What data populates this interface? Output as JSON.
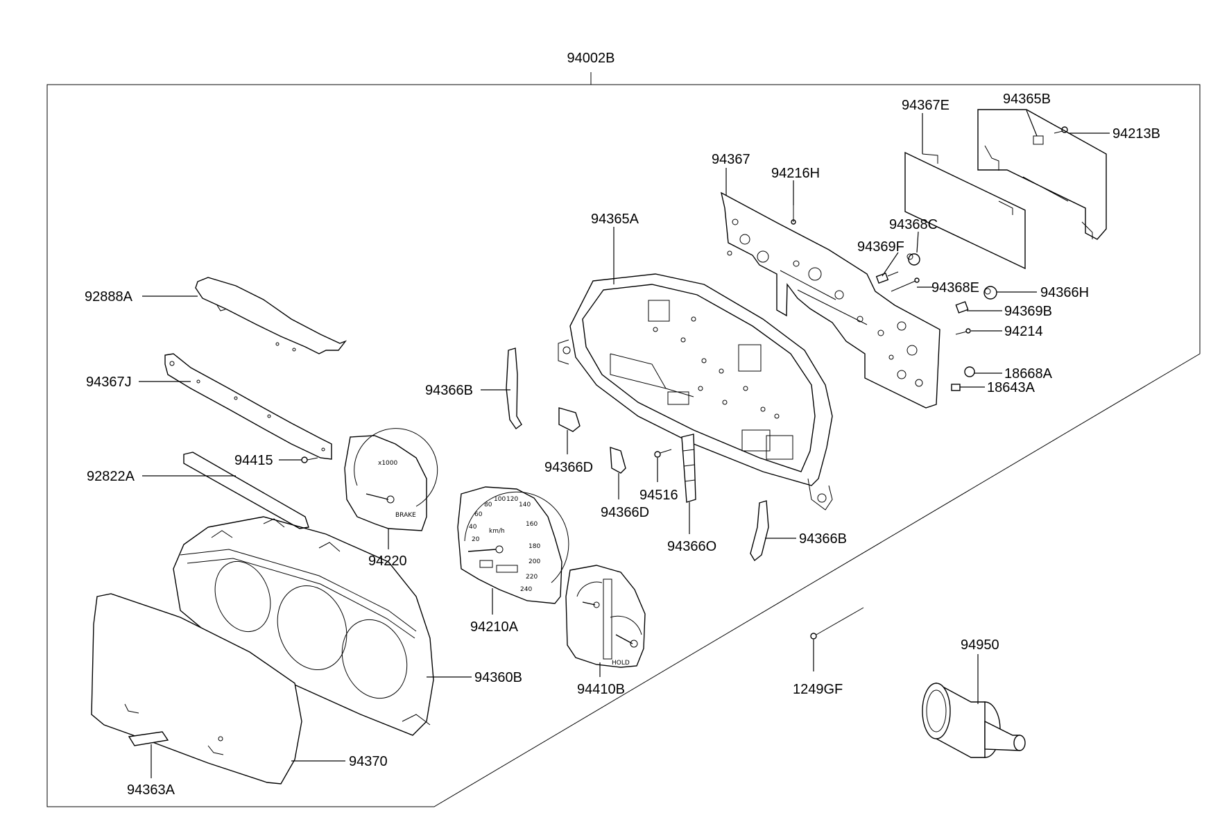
{
  "assembly_label": "94002B",
  "parts": {
    "p94367E": "94367E",
    "p94365B": "94365B",
    "p94213B": "94213B",
    "p94367": "94367",
    "p94216H": "94216H",
    "p94365A": "94365A",
    "p94368C": "94368C",
    "p94369F": "94369F",
    "p94368E": "94368E",
    "p94366H": "94366H",
    "p94369B": "94369B",
    "p94214": "94214",
    "p18668A": "18668A",
    "p18643A": "18643A",
    "p92888A": "92888A",
    "p94367J": "94367J",
    "p94366B_top": "94366B",
    "p94366D_top": "94366D",
    "p94415": "94415",
    "p92822A": "92822A",
    "p94516": "94516",
    "p94366D_mid": "94366D",
    "p94366O": "94366O",
    "p94366B_bot": "94366B",
    "p94220": "94220",
    "p94210A": "94210A",
    "p94360B": "94360B",
    "p94410B": "94410B",
    "p1249GF": "1249GF",
    "p94950": "94950",
    "p94370": "94370",
    "p94363A": "94363A"
  },
  "dial_text": {
    "tacho_scale": "x1000",
    "tacho_brake": "BRAKE",
    "speedo_unit": "km/h",
    "speedo_numbers": [
      "20",
      "40",
      "60",
      "80",
      "100",
      "120",
      "140",
      "160",
      "180",
      "200",
      "220",
      "240"
    ],
    "aux_hold": "HOLD"
  }
}
